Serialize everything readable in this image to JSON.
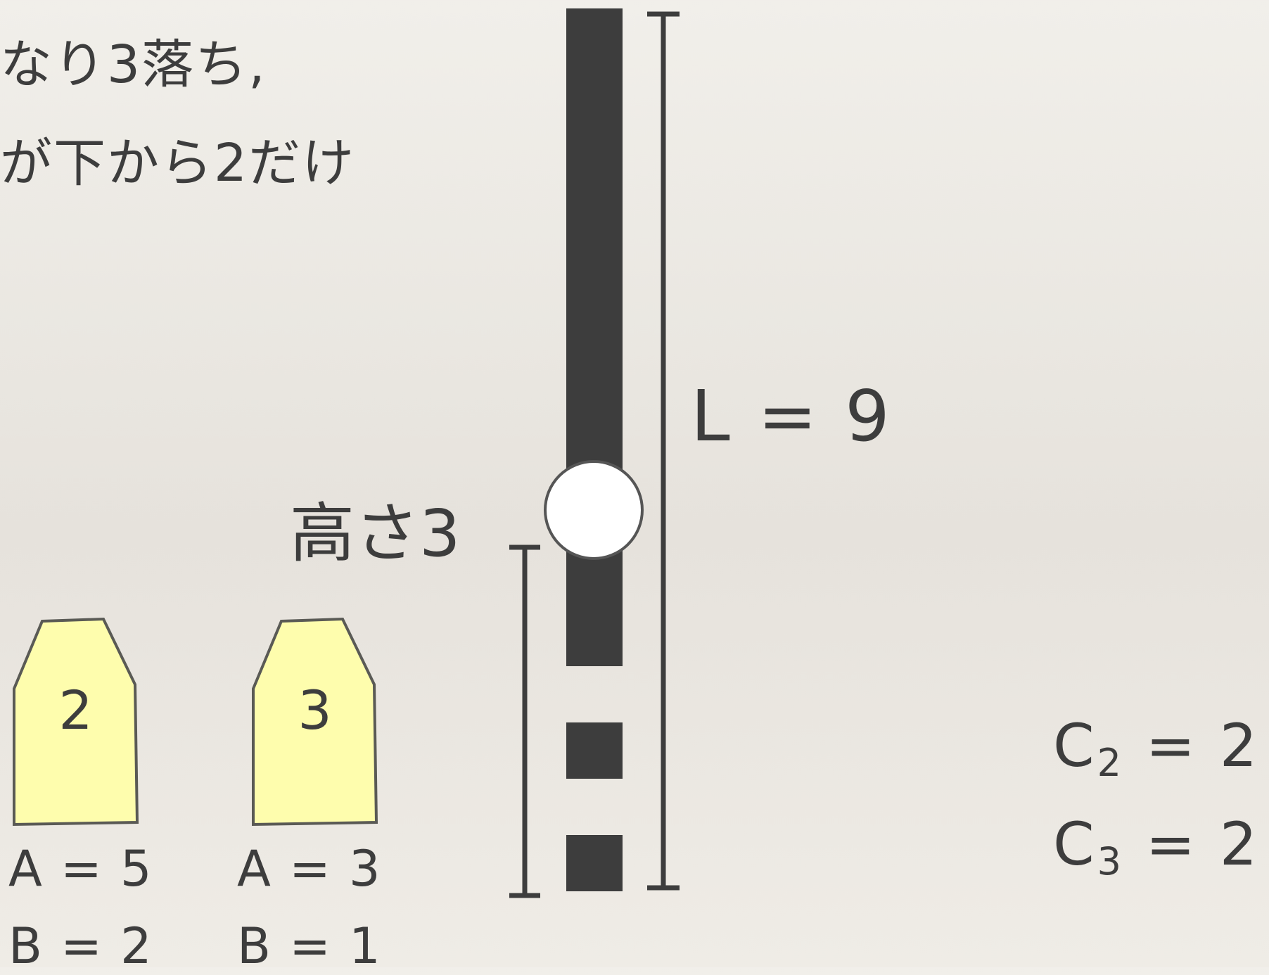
{
  "text": {
    "line1": "なり3落ち,",
    "line2": "が下から2だけ"
  },
  "pole": {
    "length_label": "L = 9",
    "height_label": "高さ3",
    "total_length": 9,
    "hole_height": 3
  },
  "pieces": [
    {
      "number": "2",
      "a": "A = 5",
      "b": "B = 2"
    },
    {
      "number": "3",
      "a": "A = 3",
      "b": "B = 1"
    }
  ],
  "c_values": [
    {
      "base": "C",
      "sub": "2",
      "rest": " = 2"
    },
    {
      "base": "C",
      "sub": "3",
      "rest": " = 2"
    }
  ],
  "colors": {
    "pole": "#3d3d3d",
    "piece_fill": "#fefdad",
    "piece_stroke": "#5a5a55",
    "ball_fill": "#ffffff"
  }
}
